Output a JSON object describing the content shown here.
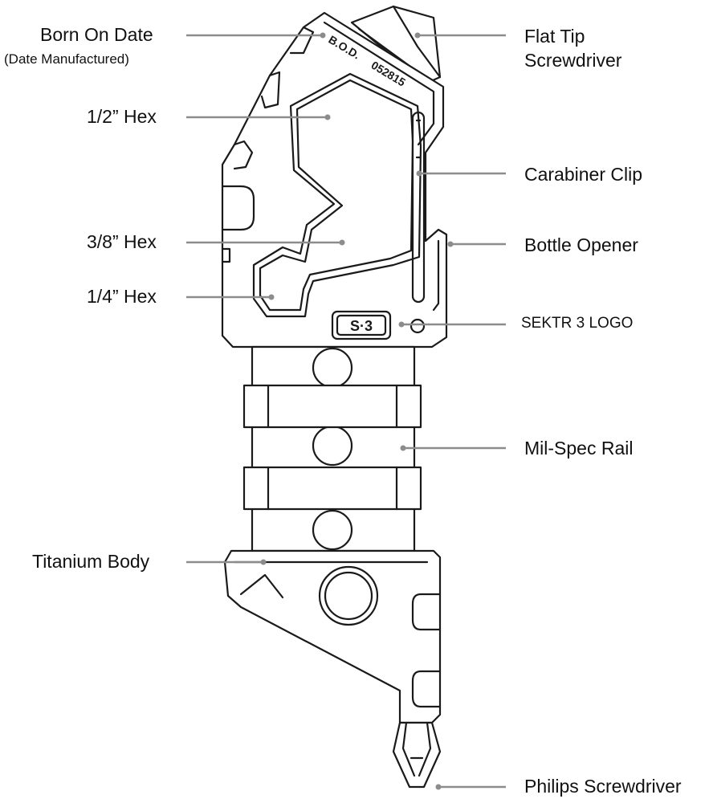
{
  "labels": {
    "born_on_date": "Born On Date",
    "date_manufactured": "(Date Manufactured)",
    "half_hex": "1/2” Hex",
    "three_eighths_hex": "3/8” Hex",
    "quarter_hex": "1/4” Hex",
    "titanium_body": "Titanium Body",
    "flat_tip_line1": "Flat Tip",
    "flat_tip_line2": "Screwdriver",
    "carabiner_clip": "Carabiner Clip",
    "bottle_opener": "Bottle Opener",
    "logo_label": "SEKTR 3 LOGO",
    "mil_spec_rail": "Mil-Spec Rail",
    "philips_screwdriver": "Philips Screwdriver"
  },
  "engraving": {
    "bod": "B.O.D.",
    "date_code": "052815"
  },
  "logo_text": "S·3",
  "colors": {
    "ink": "#1a1a1a",
    "leader": "#8c8c8c",
    "background": "#ffffff"
  }
}
